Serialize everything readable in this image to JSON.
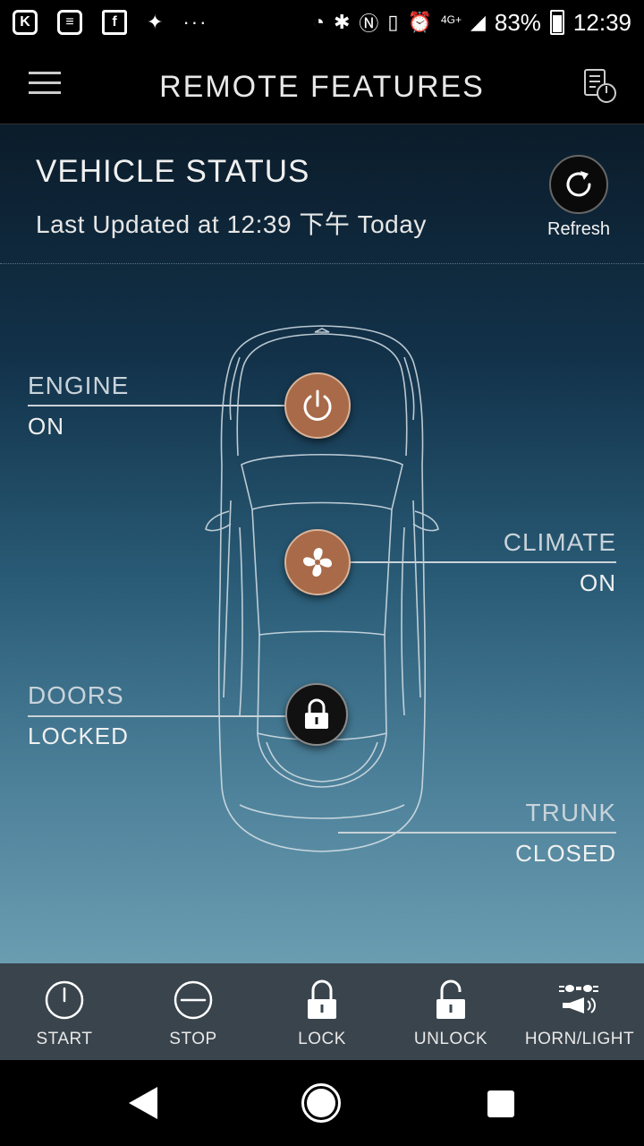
{
  "status_bar": {
    "left_icons": [
      "k-app-icon",
      "news-icon",
      "facebook-icon",
      "android-debug-icon"
    ],
    "overflow": "···",
    "network": "4G+",
    "battery": "83%",
    "time": "12:39"
  },
  "app_bar": {
    "title": "REMOTE FEATURES"
  },
  "vehicle_status": {
    "title": "VEHICLE STATUS",
    "last_updated": "Last Updated at 12:39 下午 Today",
    "refresh_label": "Refresh"
  },
  "statuses": {
    "engine": {
      "label": "ENGINE",
      "value": "ON"
    },
    "climate": {
      "label": "CLIMATE",
      "value": "ON"
    },
    "doors": {
      "label": "DOORS",
      "value": "LOCKED"
    },
    "trunk": {
      "label": "TRUNK",
      "value": "CLOSED"
    }
  },
  "toolbar": {
    "start": "START",
    "stop": "STOP",
    "lock": "LOCK",
    "unlock": "UNLOCK",
    "horn_light": "HORN/LIGHT"
  },
  "colors": {
    "badge_active": "#a86a48",
    "badge_locked": "#111111",
    "toolbar_bg": "#3a444c"
  }
}
